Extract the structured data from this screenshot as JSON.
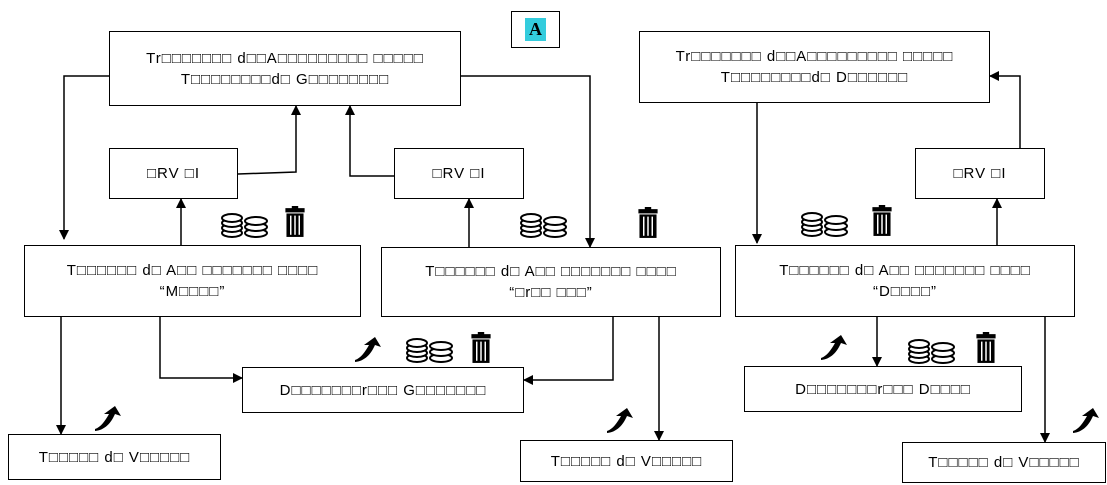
{
  "marker": "A",
  "boxes": {
    "top_left_l1": "Tr□□□□□□□ d□□A□□□□□□□□□ □□□□□",
    "top_left_l2": "T□□□□□□□□d□ G□□□□□□□□",
    "top_right_l1": "Tr□□□□□□□ d□□A□□□□□□□□□ □□□□□",
    "top_right_l2": "T□□□□□□□□d□ D□□□□□□",
    "rv1": "□RV □I",
    "rv2": "□RV □I",
    "rv3": "□RV □I",
    "mid_left_l1": "T□□□□□□ d□ A□□ □□□□□□□ □□□□",
    "mid_left_l2": "“M□□□□”",
    "mid_center_l1": "T□□□□□□ d□ A□□ □□□□□□□ □□□□",
    "mid_center_l2": "“□r□□ □□□”",
    "mid_right_l1": "T□□□□□□ d□ A□□ □□□□□□□ □□□□",
    "mid_right_l2": "“D□□□□”",
    "disp_left": "D□□□□□□□r□□□ G□□□□□□□",
    "disp_right": "D□□□□□□□r□□□ D□□□□",
    "bottom_1": "T□□□□□ d□ V□□□□□",
    "bottom_2": "T□□□□□ d□ V□□□□□",
    "bottom_3": "T□□□□□ d□ V□□□□□"
  },
  "icons": [
    "coins-icon",
    "trash-bin-icon",
    "curved-arrow-icon"
  ]
}
